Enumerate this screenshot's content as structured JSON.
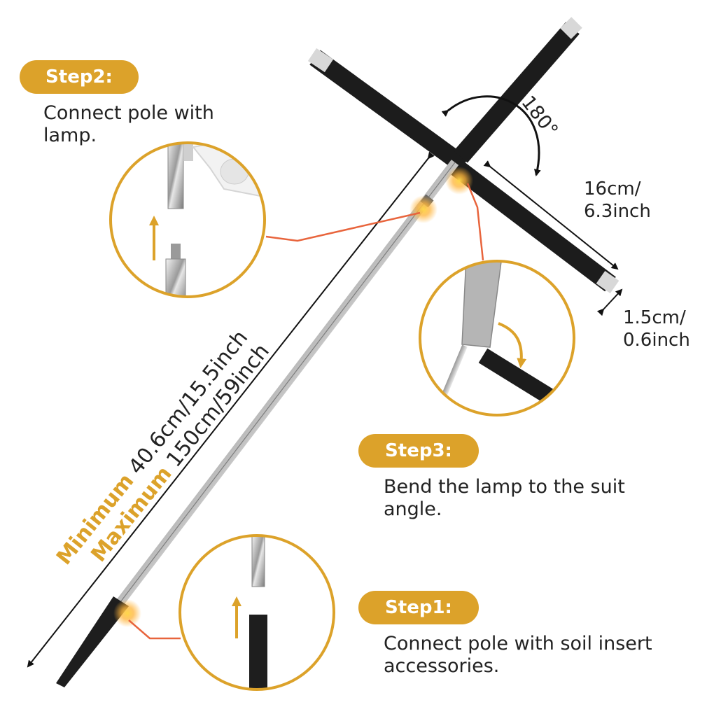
{
  "steps": [
    {
      "label": "Step2:",
      "text_lines": [
        "Connect pole with",
        "lamp."
      ]
    },
    {
      "label": "Step3:",
      "text_lines": [
        "Bend the lamp to the suit",
        "angle."
      ]
    },
    {
      "label": "Step1:",
      "text_lines": [
        "Connect pole with soil insert",
        "accessories."
      ]
    }
  ],
  "dimensions": {
    "rotation_angle": "180°",
    "lamp_length": [
      "16cm/",
      "6.3inch"
    ],
    "lamp_width": [
      "1.5cm/",
      "0.6inch"
    ],
    "pole_length": {
      "minimum_label": "Minimum",
      "minimum_value": "40.6cm/15.5inch",
      "maximum_label": "Maximum",
      "maximum_value": "150cm/59inch"
    }
  },
  "colors": {
    "accent": "#dca22a",
    "leader_line": "#e8643c",
    "lamp_bar": "#1c1c1c",
    "text": "#222222"
  }
}
